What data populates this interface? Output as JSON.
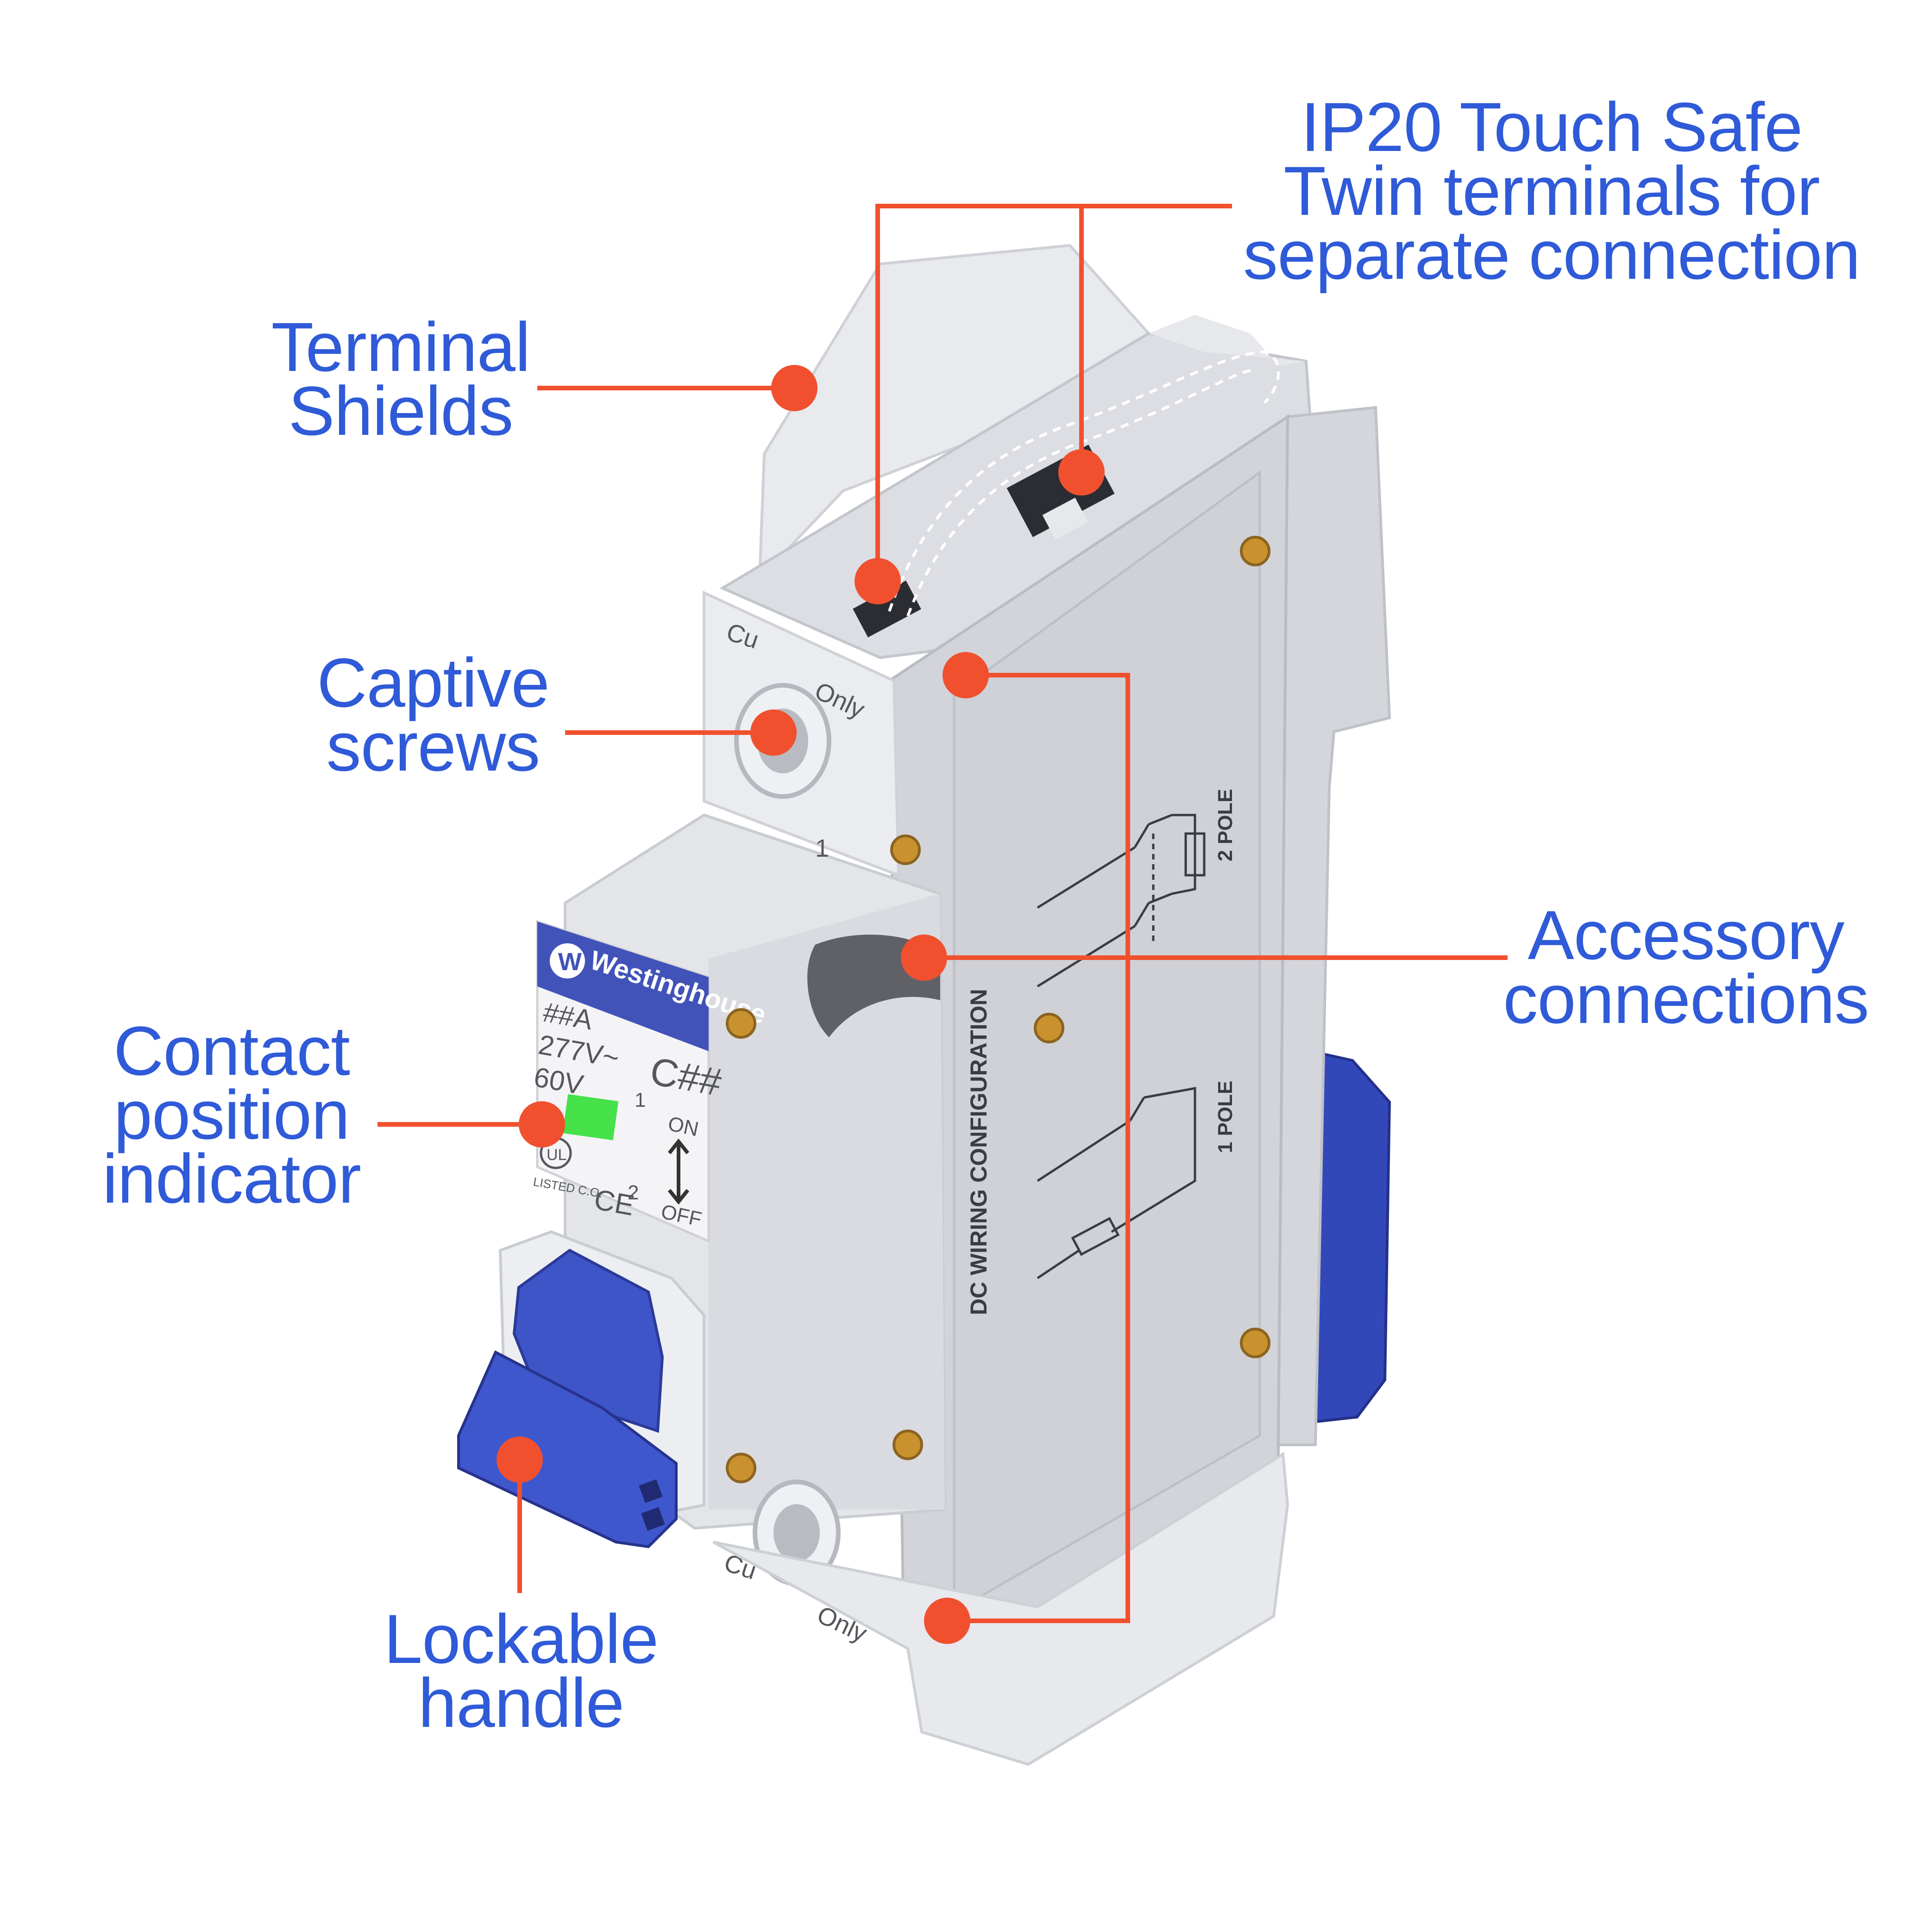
{
  "colors": {
    "label": "#2f5ad8",
    "leader": "#f1502f",
    "body_light": "#e7e8ec",
    "body_mid": "#d2d4d9",
    "body_shade": "#b8bbc2",
    "handle": "#3d55c7",
    "handle_dark": "#2b3a9a",
    "brass": "#c9922e",
    "indicator": "#47e14a"
  },
  "callouts": {
    "ip20": "IP20 Touch Safe\nTwin terminals for\nseparate connection",
    "terminal_shields": "Terminal\nShields",
    "captive_screws": "Captive\nscrews",
    "accessory": "Accessory\nconnections",
    "contact_indicator": "Contact\nposition\nindicator",
    "lockable_handle": "Lockable\nhandle"
  },
  "device": {
    "brand": "Westinghouse",
    "rating_current": "##A",
    "rating_ac": "277V~",
    "rating_dc": "60V",
    "curve": "C##",
    "on_label": "ON",
    "off_label": "OFF",
    "terminal_in": "1",
    "terminal_out": "2",
    "terminal_material_1": "Cu",
    "terminal_qualifier_1": "Only",
    "terminal_material_2": "Cu",
    "terminal_qualifier_2": "Only",
    "terminal_number": "1",
    "listing_mark": "LISTED C.O.",
    "ce_mark": "CE",
    "ul_mark": "UL",
    "side_title": "DC WIRING CONFIGURATION",
    "config_2pole": "2 POLE",
    "config_1pole": "1 POLE"
  }
}
